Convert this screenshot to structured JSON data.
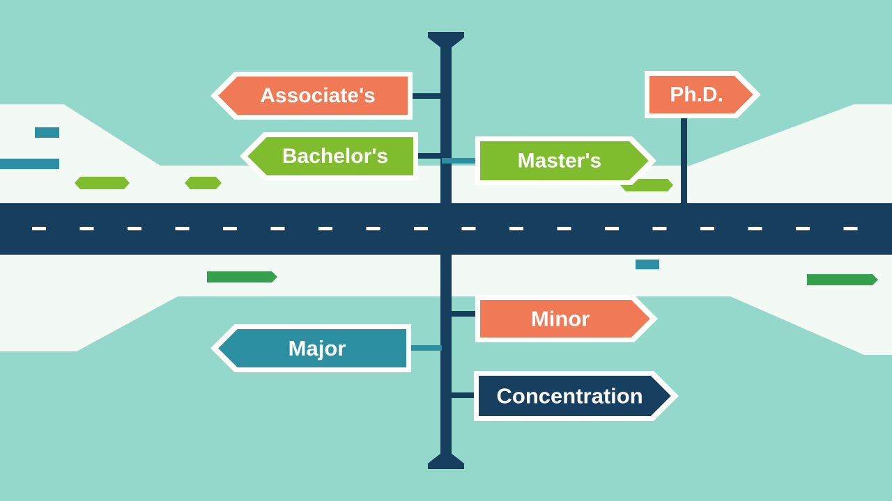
{
  "colors": {
    "sky": "#94d8cc",
    "ground": "#f3f9f4",
    "road": "#153f5c",
    "post": "#153f5c",
    "dash": "#ffffff",
    "orange": "#ef7a55",
    "green": "#80bd2e",
    "teal": "#2b8fa1",
    "navy": "#173f5f",
    "sign_border": "#ffffff",
    "sign_text": "#ffffff"
  },
  "signs": [
    {
      "id": "associates",
      "label": "Associate's",
      "color": "orange"
    },
    {
      "id": "bachelors",
      "label": "Bachelor's",
      "color": "green"
    },
    {
      "id": "masters",
      "label": "Master's",
      "color": "green"
    },
    {
      "id": "phd",
      "label": "Ph.D.",
      "color": "orange"
    },
    {
      "id": "minor",
      "label": "Minor",
      "color": "orange"
    },
    {
      "id": "major",
      "label": "Major",
      "color": "teal"
    },
    {
      "id": "concentration",
      "label": "Concentration",
      "color": "navy"
    }
  ]
}
